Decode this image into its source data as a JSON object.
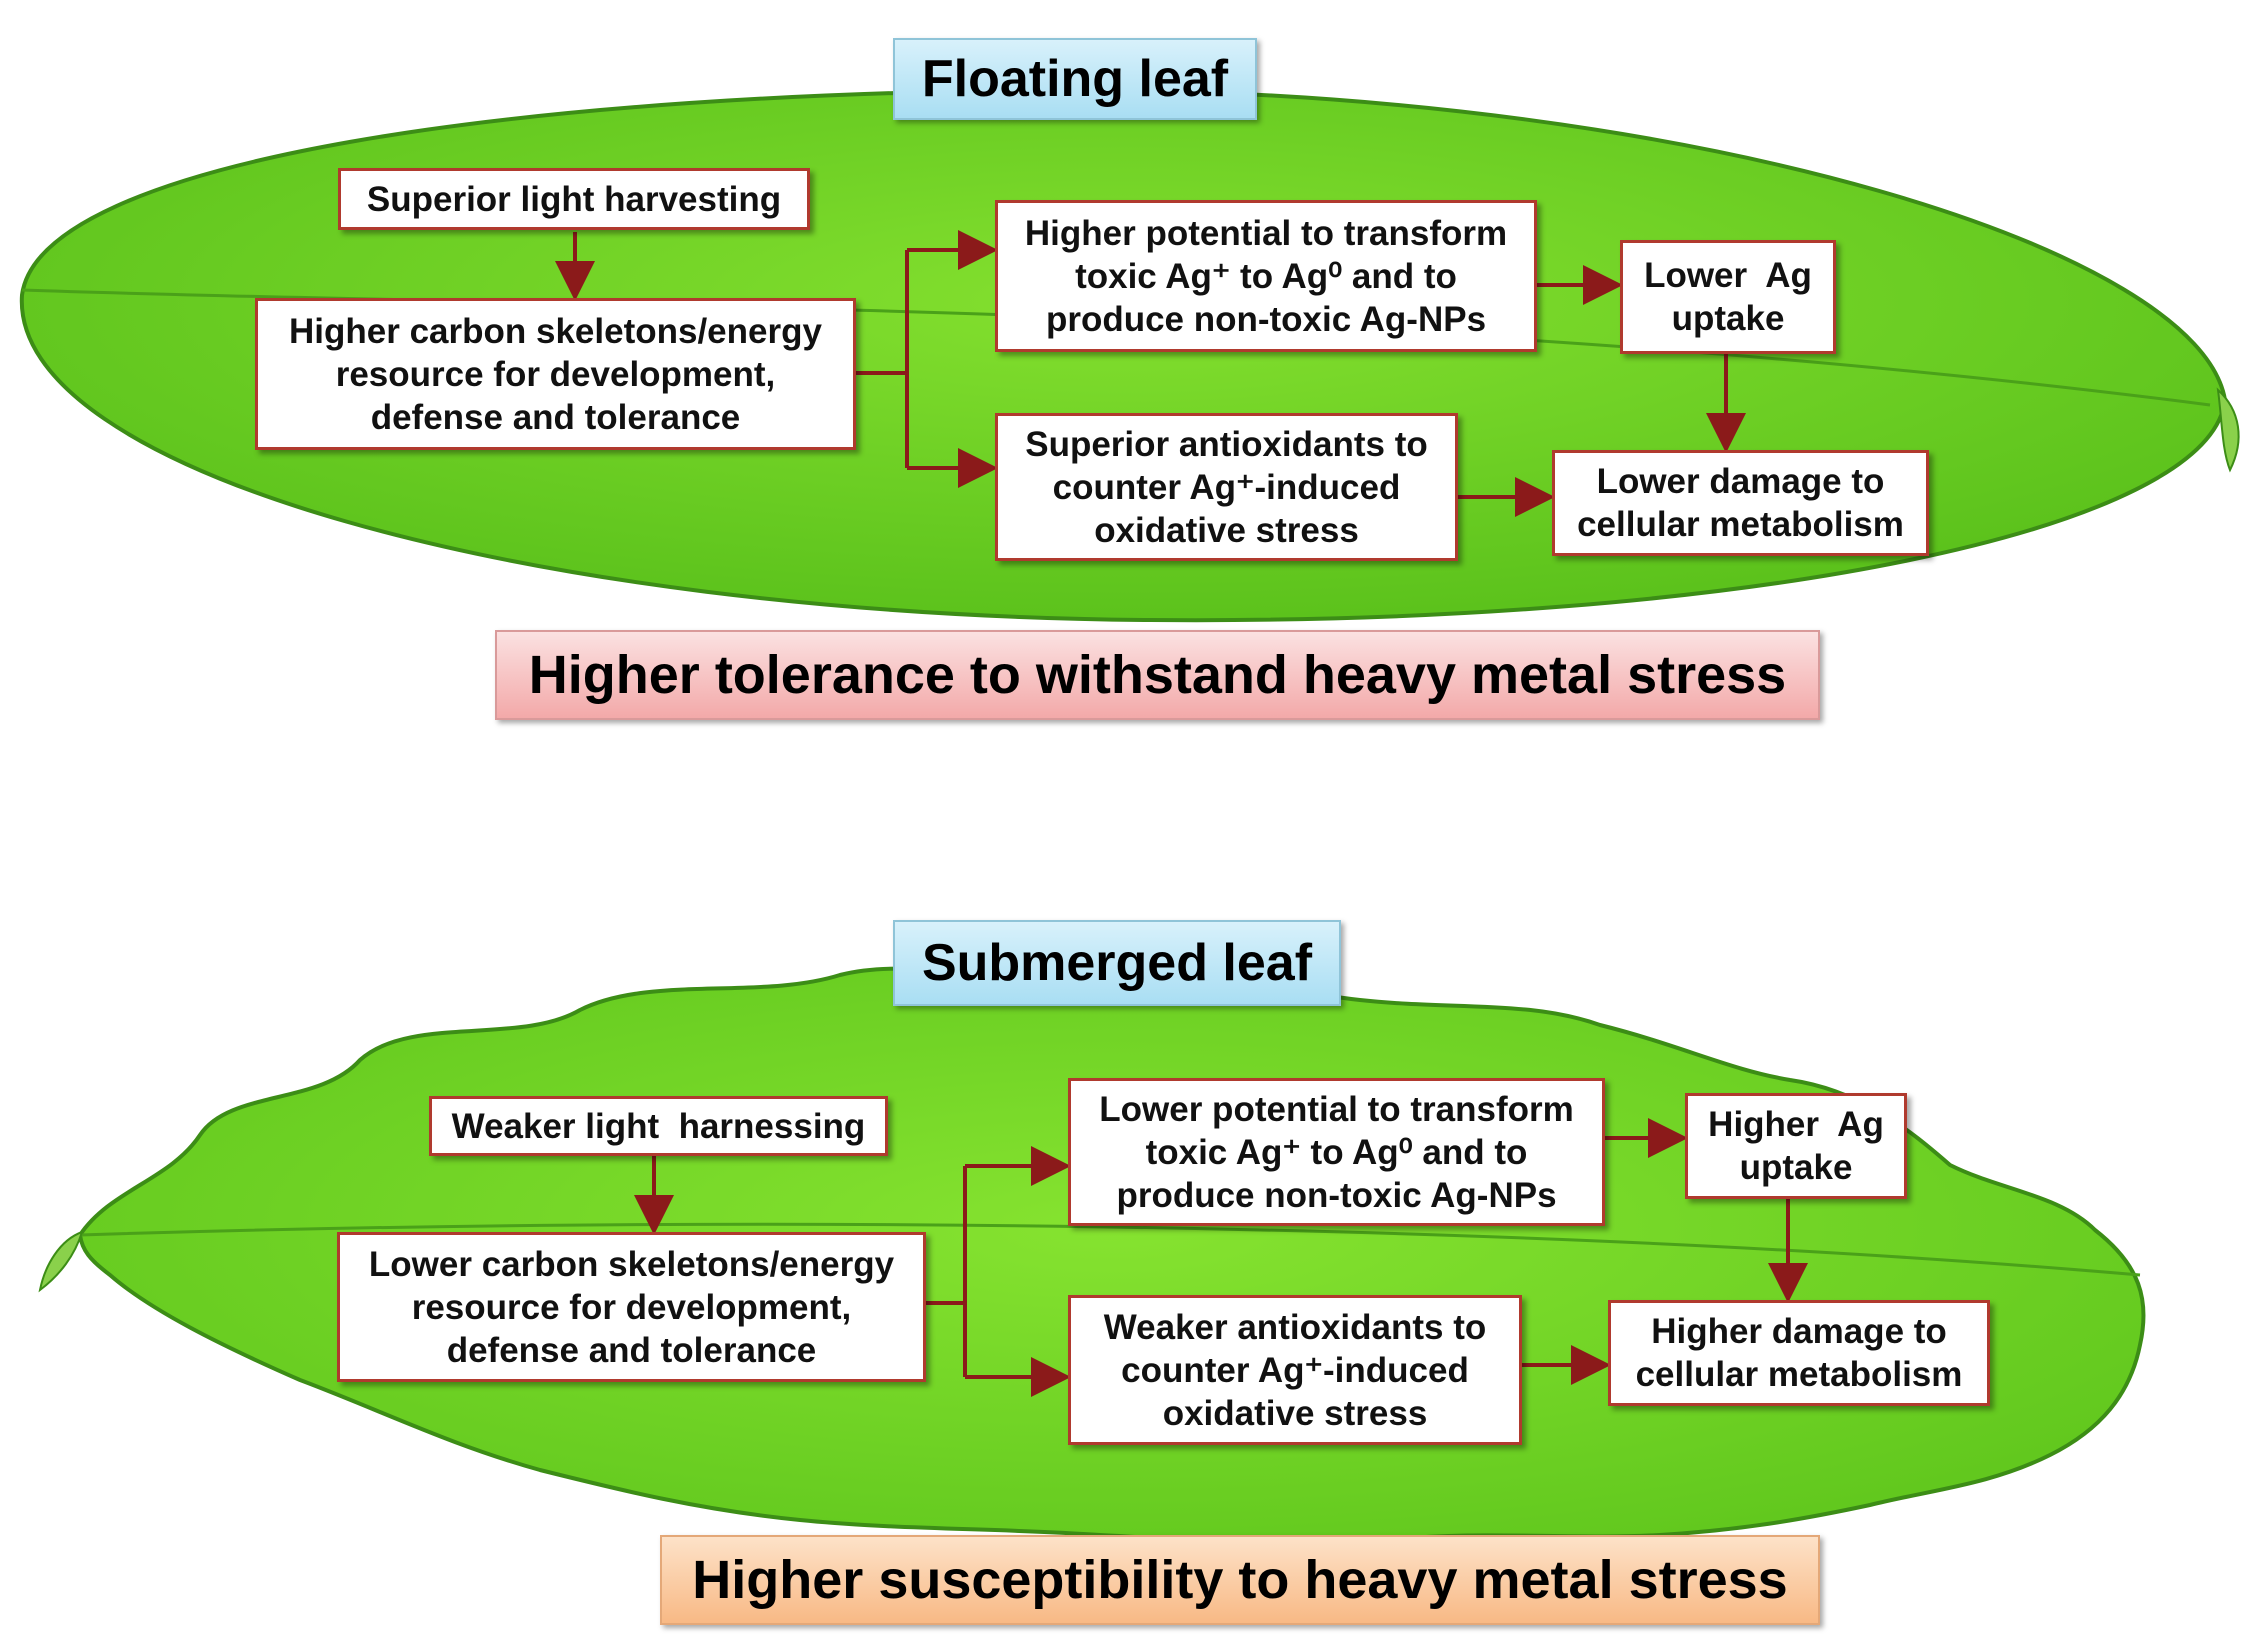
{
  "floating": {
    "title": "Floating leaf",
    "light": "Superior light harvesting",
    "carbon": [
      "Higher carbon skeletons/energy",
      "resource for development,",
      "defense and tolerance"
    ],
    "potential": [
      "Higher potential to transform",
      "toxic Ag⁺ to Ag⁰ and to",
      "produce non-toxic Ag-NPs"
    ],
    "antioxidants": [
      "Superior antioxidants to",
      "counter Ag⁺-induced",
      "oxidative stress"
    ],
    "uptake": [
      "Lower  Ag",
      "uptake"
    ],
    "damage": [
      "Lower damage to",
      "cellular metabolism"
    ],
    "conclusion": "Higher tolerance to withstand heavy metal stress"
  },
  "submerged": {
    "title": "Submerged leaf",
    "light": "Weaker light  harnessing",
    "carbon": [
      "Lower carbon skeletons/energy",
      "resource for development,",
      "defense and tolerance"
    ],
    "potential": [
      "Lower potential to transform",
      "toxic Ag⁺ to Ag⁰ and to",
      "produce non-toxic Ag-NPs"
    ],
    "antioxidants": [
      "Weaker antioxidants to",
      "counter Ag⁺-induced",
      "oxidative stress"
    ],
    "uptake": [
      "Higher  Ag",
      "uptake"
    ],
    "damage": [
      "Higher damage to",
      "cellular metabolism"
    ],
    "conclusion": "Higher susceptibility to heavy metal stress"
  },
  "colors": {
    "leaf_fill": "#66cc22",
    "leaf_fill_light": "#7fe02f",
    "box_border": "#b03a2e",
    "arrow": "#8b1a1a"
  }
}
